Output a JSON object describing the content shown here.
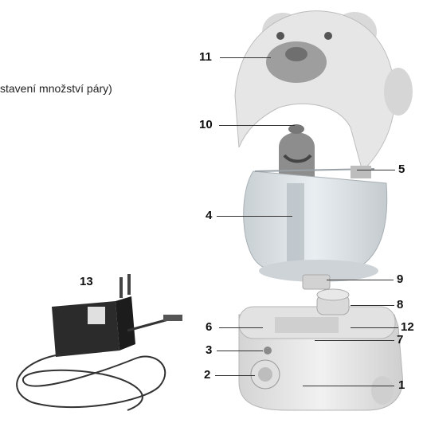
{
  "caption_fragment": "stavení množství páry)",
  "callouts": [
    {
      "id": "1",
      "label": "1"
    },
    {
      "id": "2",
      "label": "2"
    },
    {
      "id": "3",
      "label": "3"
    },
    {
      "id": "4",
      "label": "4"
    },
    {
      "id": "5",
      "label": "5"
    },
    {
      "id": "6",
      "label": "6"
    },
    {
      "id": "7",
      "label": "7"
    },
    {
      "id": "8",
      "label": "8"
    },
    {
      "id": "9",
      "label": "9"
    },
    {
      "id": "10",
      "label": "10"
    },
    {
      "id": "11",
      "label": "11"
    },
    {
      "id": "12",
      "label": "12"
    },
    {
      "id": "13",
      "label": "13"
    }
  ],
  "colors": {
    "plastic_light": "#e8e8e8",
    "plastic_mid": "#c9c9c9",
    "plastic_dark": "#8a8a8a",
    "tank": "#d6dce0",
    "adapter": "#2b2b2b"
  }
}
